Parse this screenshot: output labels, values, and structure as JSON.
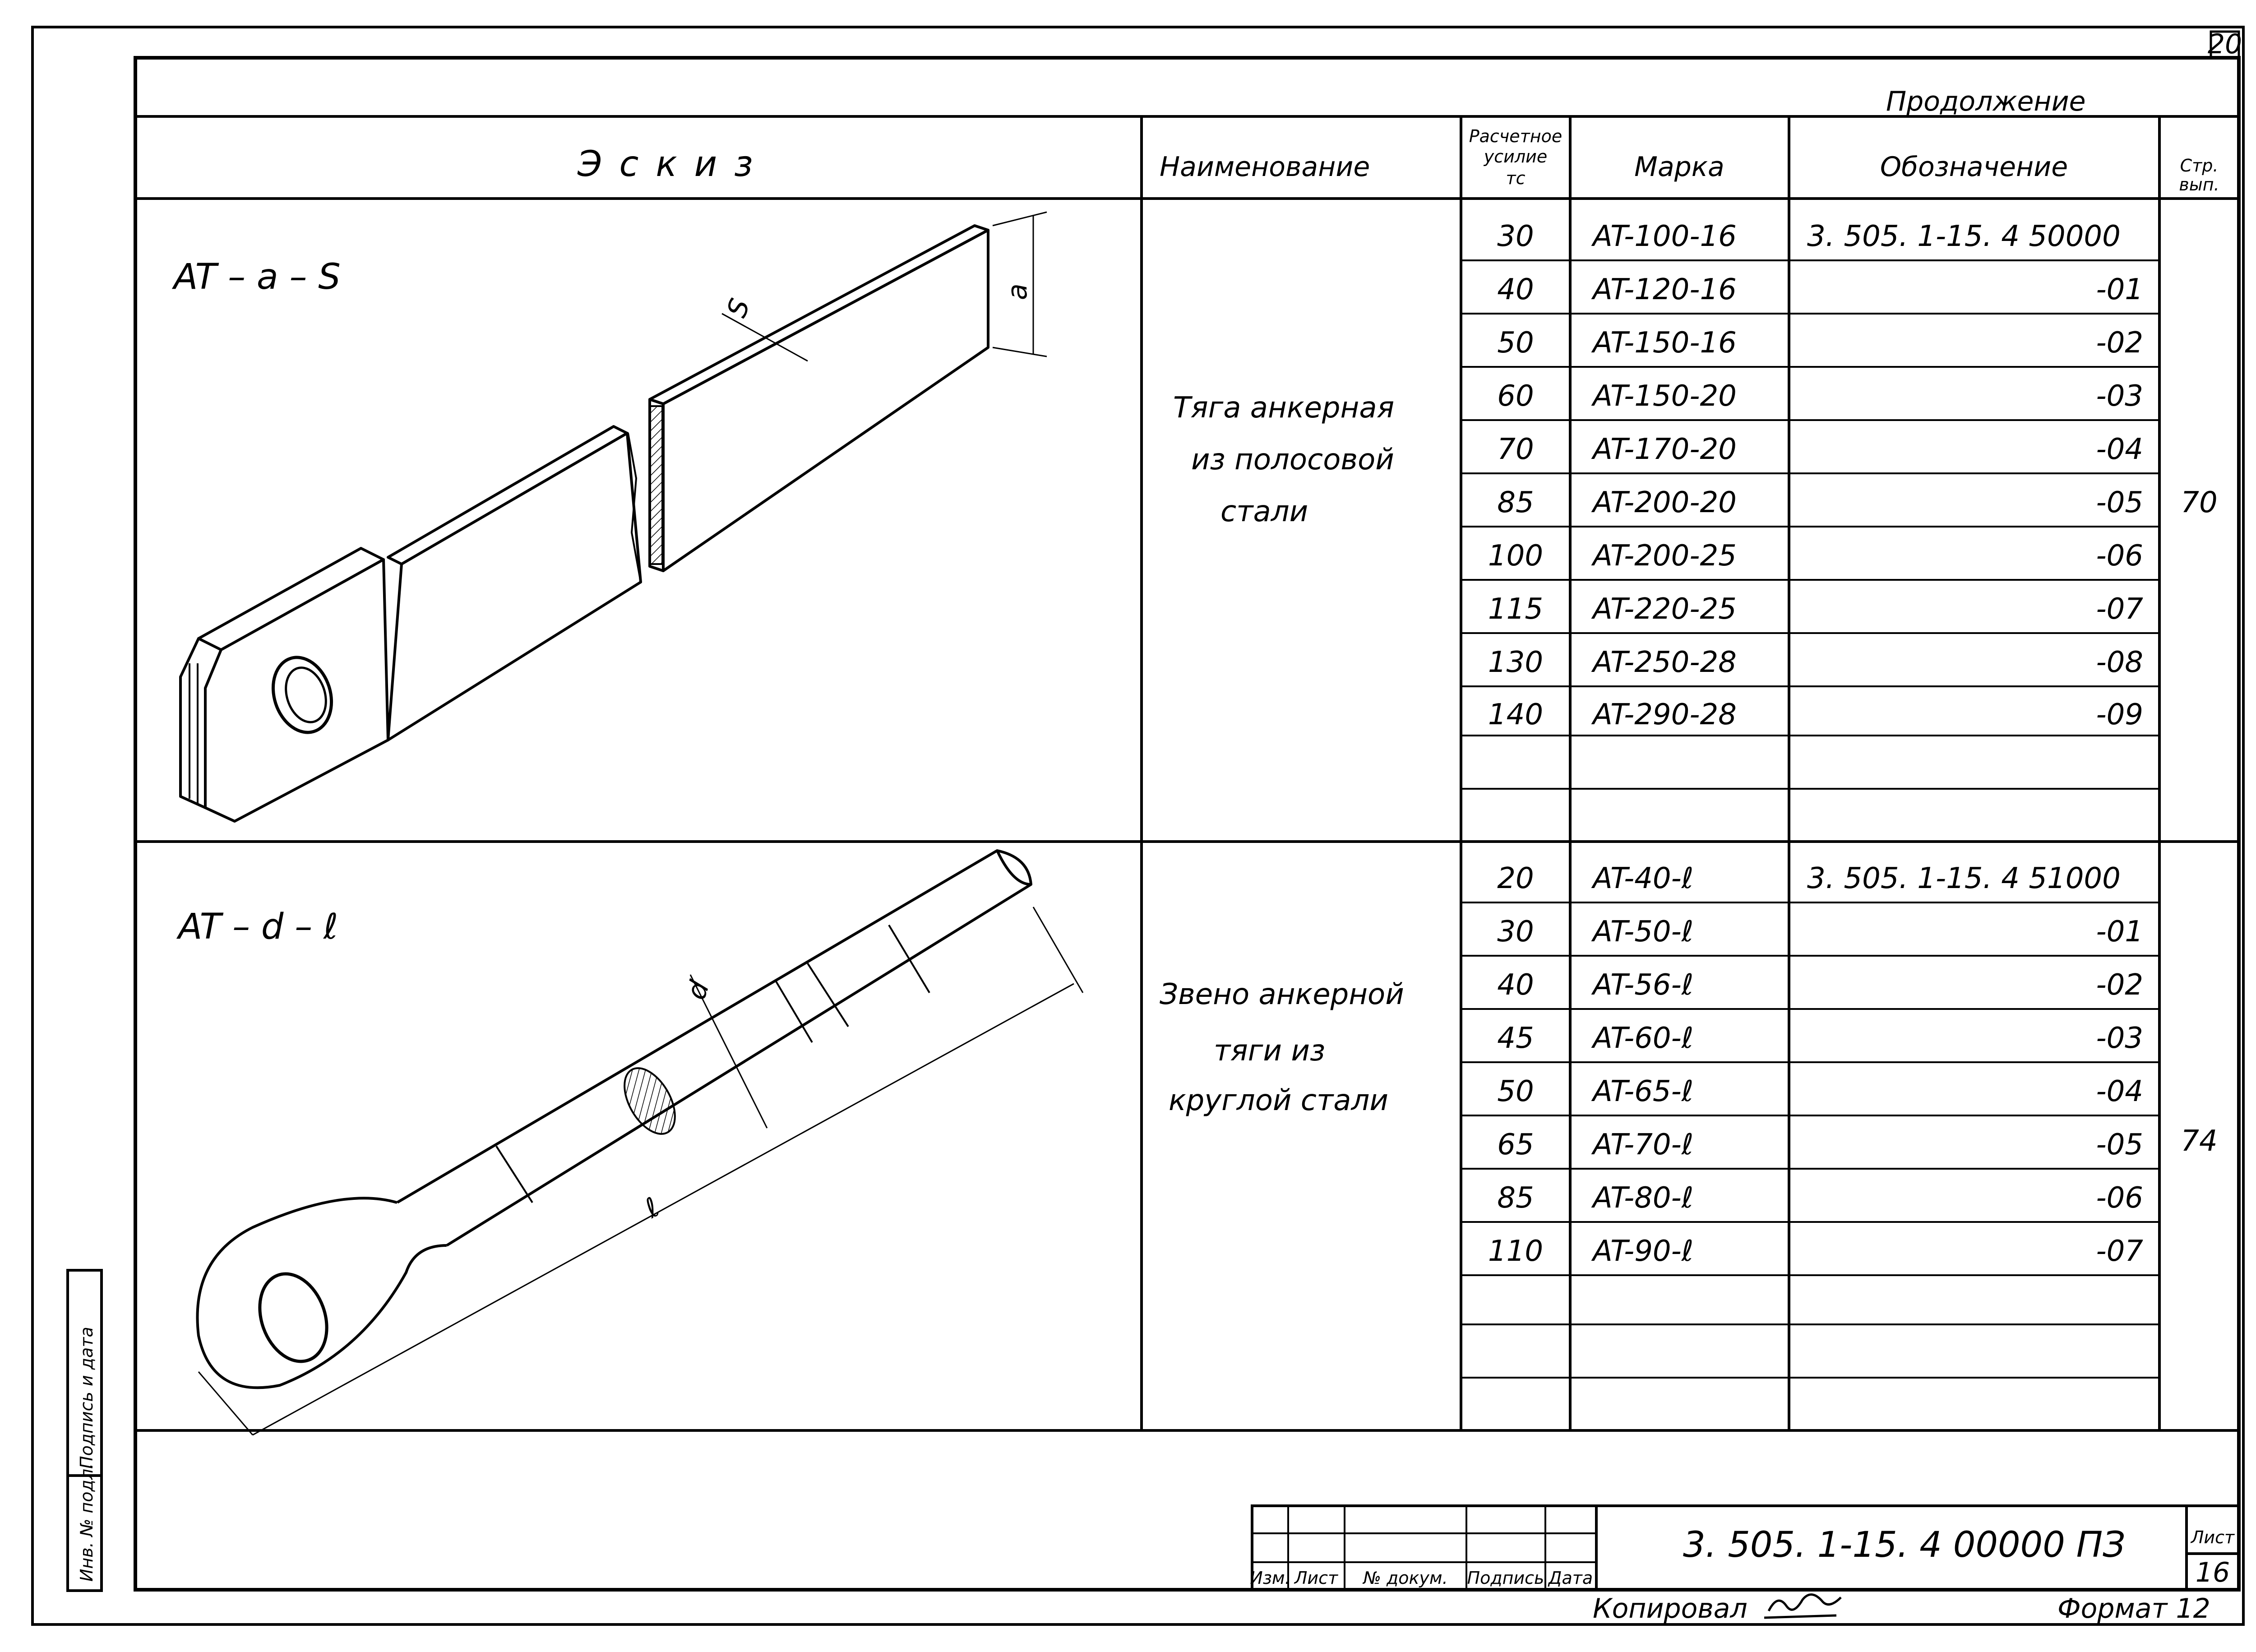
{
  "page_number": "20",
  "continuation": "Продолжение",
  "headers": {
    "sketch": "Эскиз",
    "name": "Наименование",
    "force_l1": "Расчетное",
    "force_l2": "усилие",
    "force_l3": "тс",
    "mark": "Марка",
    "designation": "Обозначение",
    "page_l1": "Стр.",
    "page_l2": "вып."
  },
  "group1": {
    "sketch_label": "AT – a – S",
    "dim_s": "S",
    "dim_a": "a",
    "name_lines": [
      "Тяга анкерная",
      "из полосовой",
      "стали"
    ],
    "page": "70",
    "rows": [
      {
        "force": "30",
        "mark": "AT-100-16",
        "designation": "3. 505. 1-15. 4   50000"
      },
      {
        "force": "40",
        "mark": "AT-120-16",
        "designation": "-01"
      },
      {
        "force": "50",
        "mark": "AT-150-16",
        "designation": "-02"
      },
      {
        "force": "60",
        "mark": "AT-150-20",
        "designation": "-03"
      },
      {
        "force": "70",
        "mark": "AT-170-20",
        "designation": "-04"
      },
      {
        "force": "85",
        "mark": "AT-200-20",
        "designation": "-05"
      },
      {
        "force": "100",
        "mark": "AT-200-25",
        "designation": "-06"
      },
      {
        "force": "115",
        "mark": "AT-220-25",
        "designation": "-07"
      },
      {
        "force": "130",
        "mark": "AT-250-28",
        "designation": "-08"
      },
      {
        "force": "140",
        "mark": "AT-290-28",
        "designation": "-09"
      }
    ]
  },
  "group2": {
    "sketch_label": "AT – d – ℓ",
    "dim_d": "d",
    "dim_l": "ℓ",
    "name_lines": [
      "Звено анкерной",
      "тяги из",
      "круглой стали"
    ],
    "page": "74",
    "rows": [
      {
        "force": "20",
        "mark": "AT-40-ℓ",
        "designation": "3. 505. 1-15. 4   51000"
      },
      {
        "force": "30",
        "mark": "AT-50-ℓ",
        "designation": "-01"
      },
      {
        "force": "40",
        "mark": "AT-56-ℓ",
        "designation": "-02"
      },
      {
        "force": "45",
        "mark": "AT-60-ℓ",
        "designation": "-03"
      },
      {
        "force": "50",
        "mark": "AT-65-ℓ",
        "designation": "-04"
      },
      {
        "force": "65",
        "mark": "AT-70-ℓ",
        "designation": "-05"
      },
      {
        "force": "85",
        "mark": "AT-80-ℓ",
        "designation": "-06"
      },
      {
        "force": "110",
        "mark": "AT-90-ℓ",
        "designation": "-07"
      }
    ]
  },
  "side_stamp": {
    "inv_no": "Инв. № подл.",
    "signature_date": "Подпись и дата"
  },
  "title_block": {
    "doc_code": "3. 505. 1-15. 4   00000 ПЗ",
    "sheet_label": "Лист",
    "sheet_number": "16",
    "col_change": "Изм.",
    "col_sheet": "Лист",
    "col_doc_no": "№ докум.",
    "col_signature": "Подпись",
    "col_date": "Дата"
  },
  "footer": {
    "copied_by": "Копировал",
    "format": "Формат 12"
  }
}
